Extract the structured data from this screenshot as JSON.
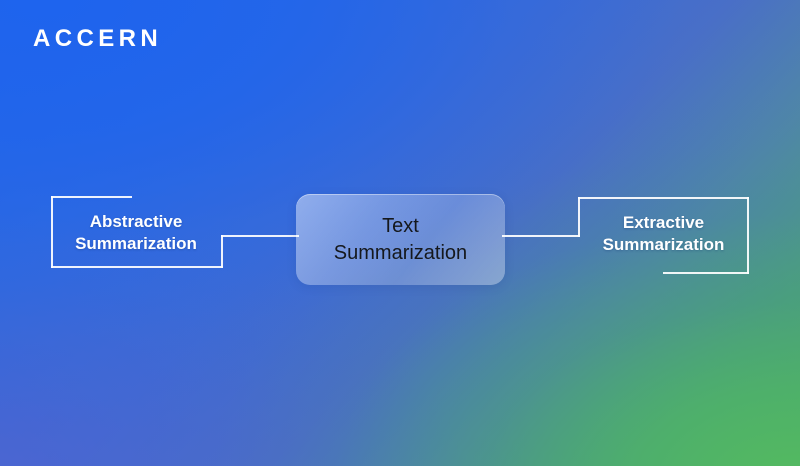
{
  "brand": {
    "logo_text": "ACCERN"
  },
  "diagram": {
    "center": {
      "label": "Text\nSummarization"
    },
    "left": {
      "label": "Abstractive\nSummarization"
    },
    "right": {
      "label": "Extractive\nSummarization"
    }
  },
  "colors": {
    "background_top_left": "#2467e8",
    "background_top_right": "#3e6ad8",
    "background_bottom_left": "#4a64c8",
    "background_bottom_right": "#4caf68",
    "background_mid_right": "#4a9482",
    "line": "#ffffff",
    "label_text": "#ffffff",
    "center_card_text": "#15181c",
    "center_card_fill": "rgba(255,255,255,0.32)"
  }
}
